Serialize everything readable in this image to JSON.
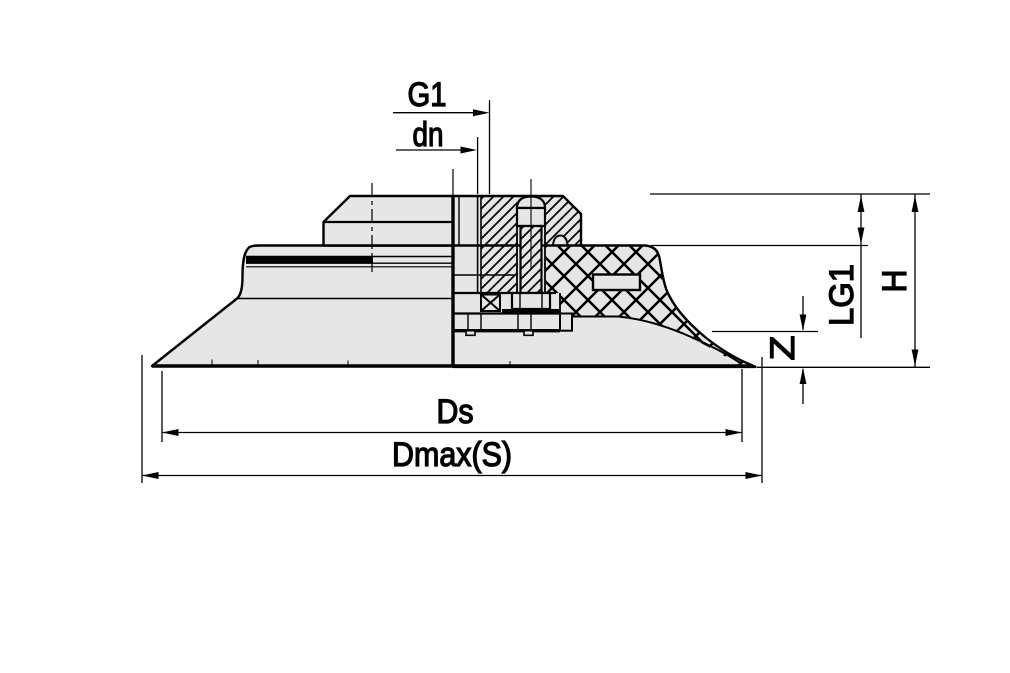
{
  "drawing": {
    "title": "Flat suction cup with vulcanised fitting - half section technical drawing",
    "colors": {
      "background": "#ffffff",
      "part_fill": "#e6e6e6",
      "line": "#000000"
    },
    "dimensions": {
      "g1": {
        "label": "G1"
      },
      "dn": {
        "label": "dn"
      },
      "ds": {
        "label": "Ds"
      },
      "dmax": {
        "label": "Dmax(S)"
      },
      "lg1": {
        "label": "LG1"
      },
      "h": {
        "label": "H"
      },
      "z": {
        "label": "Z"
      }
    }
  }
}
